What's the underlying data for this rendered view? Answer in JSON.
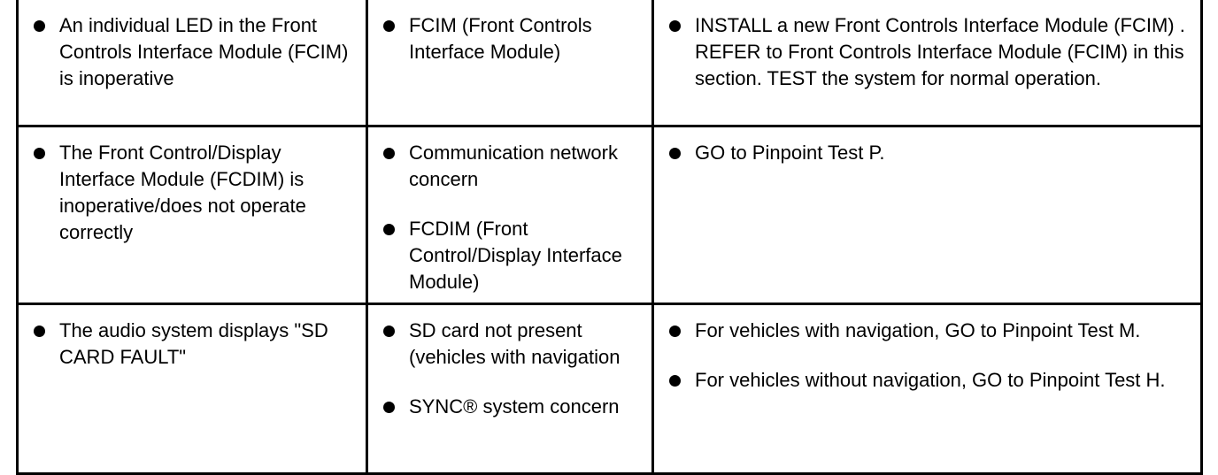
{
  "rows": [
    {
      "condition": [
        "An individual LED in the Front Controls Interface Module (FCIM) is inoperative"
      ],
      "sources": [
        "FCIM (Front Controls Interface Module)"
      ],
      "actions": [
        "INSTALL a new Front Controls Interface Module (FCIM) . REFER to Front Controls Interface Module (FCIM) in this section. TEST the system for normal operation."
      ]
    },
    {
      "condition": [
        "The Front Control/Display Interface Module (FCDIM) is inoperative/does not operate correctly"
      ],
      "sources": [
        "Communication network concern",
        "FCDIM (Front Control/Display Interface Module)"
      ],
      "actions": [
        "GO to Pinpoint Test P."
      ]
    },
    {
      "condition": [
        "The audio system displays \"SD CARD FAULT\""
      ],
      "sources": [
        "SD card not present (vehicles with navigation",
        "SYNC® system concern"
      ],
      "actions": [
        "For vehicles with navigation, GO to Pinpoint Test M.",
        "For vehicles without navigation, GO to Pinpoint Test H."
      ]
    }
  ]
}
